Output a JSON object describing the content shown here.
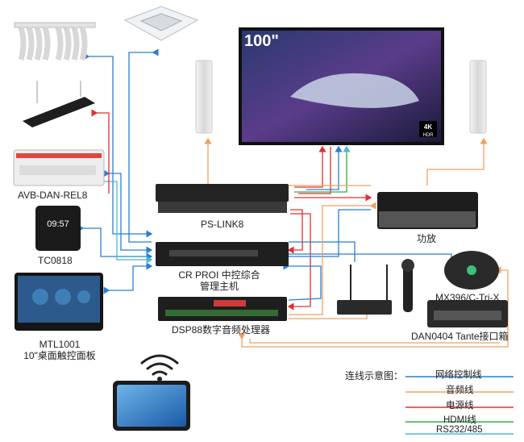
{
  "tv": {
    "size_label": "100\"",
    "badge_4k": "4K",
    "badge_hdr": "HDR"
  },
  "labels": {
    "relay": "AVB-DAN-REL8",
    "tc": "TC0818",
    "mtl_line1": "MTL1001",
    "mtl_line2": "10\"桌面触控面板",
    "pslink": "PS-LINK8",
    "host_line1": "CR PROI 中控综合",
    "host_line2": "管理主机",
    "dsp": "DSP88数字音频处理器",
    "amp": "功放",
    "mic_array": "MX396/C-Tri-X",
    "dan": "DAN0404 Tante接口箱",
    "clock": "09:57"
  },
  "legend": {
    "title": "连线示意图：",
    "items": [
      {
        "label": "网络控制线",
        "color": "#2a7fcf"
      },
      {
        "label": "音频线",
        "color": "#f0a060"
      },
      {
        "label": "电源线",
        "color": "#e03030"
      },
      {
        "label": "HDMI线",
        "color": "#2bb04a"
      },
      {
        "label": "RS232/485",
        "color": "#4bb8d8"
      }
    ]
  }
}
